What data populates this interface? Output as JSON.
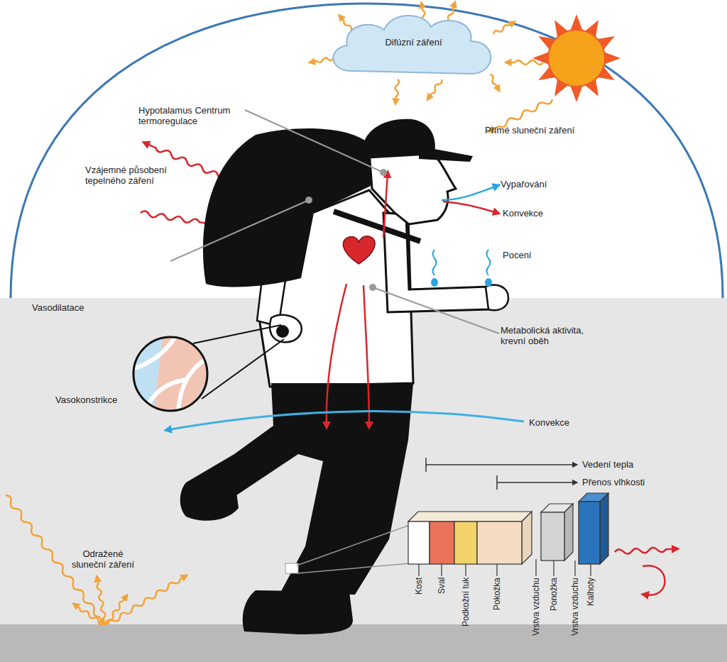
{
  "diagram": {
    "nodes": [
      {
        "text": [
          "Difúzní záření"
        ]
      }
    ],
    "labels": [
      "Hypotalamus Centrum termoregulace",
      "Přímé sluneční záření",
      "Vzájemné působení tepelného záření",
      "Vypařování",
      "Konvekce",
      "Pocení",
      "Vasodilatace",
      "Metabolická aktivita, krevní oběh",
      "Vasokonstrikce",
      "Konvekce",
      "Vedení tepla",
      "Přenos vlhkosti",
      "Odražené sluneční záření",
      "Kost",
      "Sval",
      "Podkožní tuk",
      "Pokožka",
      "Vrstva vzduchu",
      "Ponožka",
      "Vrstva vzduchu",
      "Kalhoty"
    ]
  }
}
